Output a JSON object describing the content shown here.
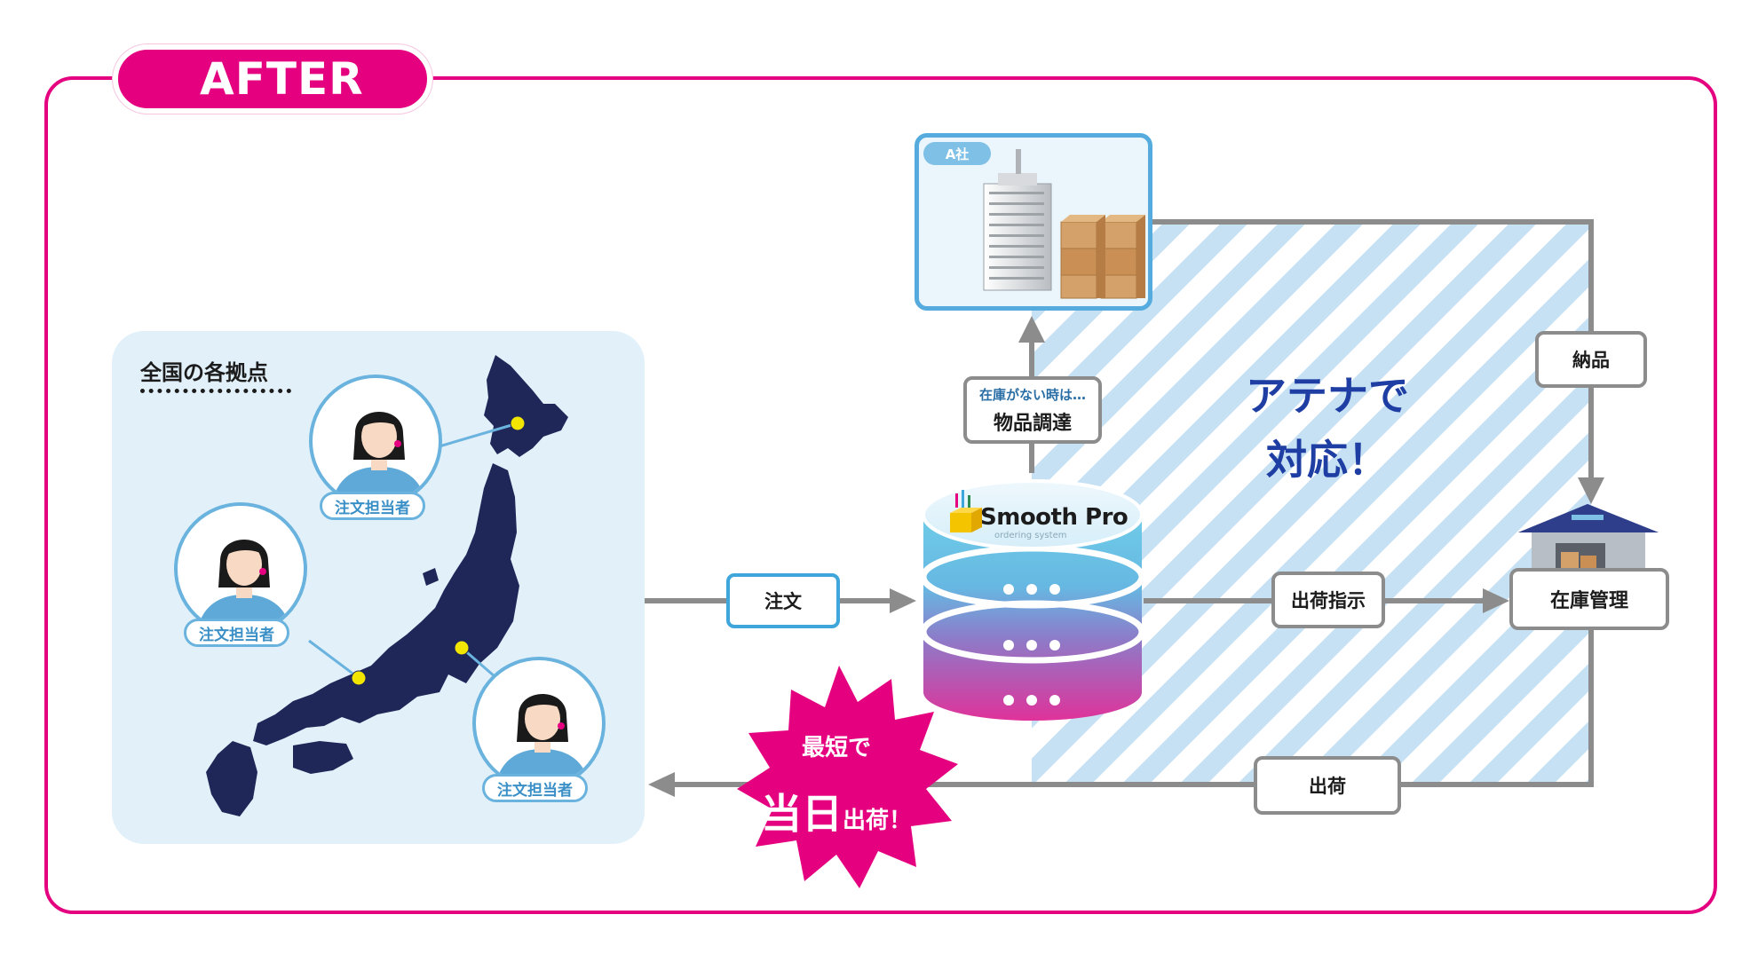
{
  "header": {
    "tab_label": "AFTER"
  },
  "region": {
    "title": "全国の各拠点",
    "persons": [
      {
        "label": "注文担当者"
      },
      {
        "label": "注文担当者"
      },
      {
        "label": "注文担当者"
      }
    ]
  },
  "flow": {
    "order_label": "注文",
    "shipping_instruction_label": "出荷指示",
    "inventory_label": "在庫管理",
    "delivery_label": "納品",
    "shipment_label": "出荷",
    "procurement": {
      "note": "在庫がない時は…",
      "label": "物品調達"
    }
  },
  "company": {
    "tag": "A社"
  },
  "system": {
    "brand": "Smooth Pro",
    "sub": "ordering system"
  },
  "tagline": {
    "line1": "アテナで",
    "line2": "対応！"
  },
  "burst": {
    "line1": "最短で",
    "big": "当日",
    "small": "出荷！"
  },
  "colors": {
    "accent": "#e4007f",
    "map": "#1f2658",
    "person_border": "#6ab3de",
    "arrow": "#8c8c8c",
    "tagline": "#1f3ea3",
    "hatch": "#bfdcf2"
  }
}
